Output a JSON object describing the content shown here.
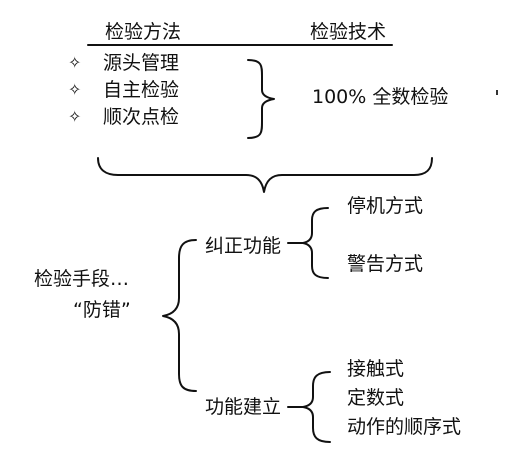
{
  "header": {
    "left_title": "检验方法",
    "right_title": "检验技术"
  },
  "methods": {
    "bullet_icon": "diamond-outline-icon",
    "items": [
      "源头管理",
      "自主检验",
      "顺次点检"
    ]
  },
  "technique": "100%  全数检验",
  "means": {
    "line1": "检验手段…",
    "line2": "“防错”"
  },
  "branches": {
    "correct": {
      "label": "纠正功能",
      "items": [
        "停机方式",
        "警告方式"
      ]
    },
    "build": {
      "label": "功能建立",
      "items": [
        "接触式",
        "定数式",
        "动作的顺序式"
      ]
    }
  }
}
